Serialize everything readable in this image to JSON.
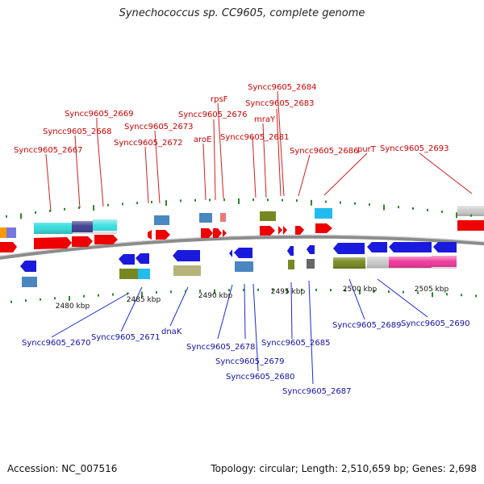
{
  "title": "Synechococcus sp. CC9605, complete genome",
  "accession": "Accession: NC_007516",
  "topology": "Topology: circular; Length: 2,510,659 bp; Genes: 2,698",
  "colors": {
    "label_top": "#cc0000",
    "label_bottom": "#1010aa",
    "backbone": "#8c8c8c",
    "tick": "#2a8a2a"
  },
  "scale_labels": [
    "2480 kbp",
    "2485 kbp",
    "2490 kbp",
    "2495 kbp",
    "2500 kbp",
    "2505 kbp"
  ],
  "top_genes": [
    "Syncc9605_2667",
    "Syncc9605_2668",
    "Syncc9605_2669",
    "Syncc9605_2672",
    "Syncc9605_2673",
    "aroE",
    "rpsF",
    "Syncc9605_2676",
    "Syncc9605_2681",
    "mraY",
    "Syncc9605_2683",
    "Syncc9605_2684",
    "Syncc9605_2686",
    "purT",
    "Syncc9605_2693"
  ],
  "bottom_genes": [
    "Syncc9605_2670",
    "Syncc9605_2671",
    "dnaK",
    "Syncc9605_2678",
    "Syncc9605_2679",
    "Syncc9605_2680",
    "Syncc9605_2685",
    "Syncc9605_2687",
    "Syncc9605_2689",
    "Syncc9605_2690"
  ]
}
